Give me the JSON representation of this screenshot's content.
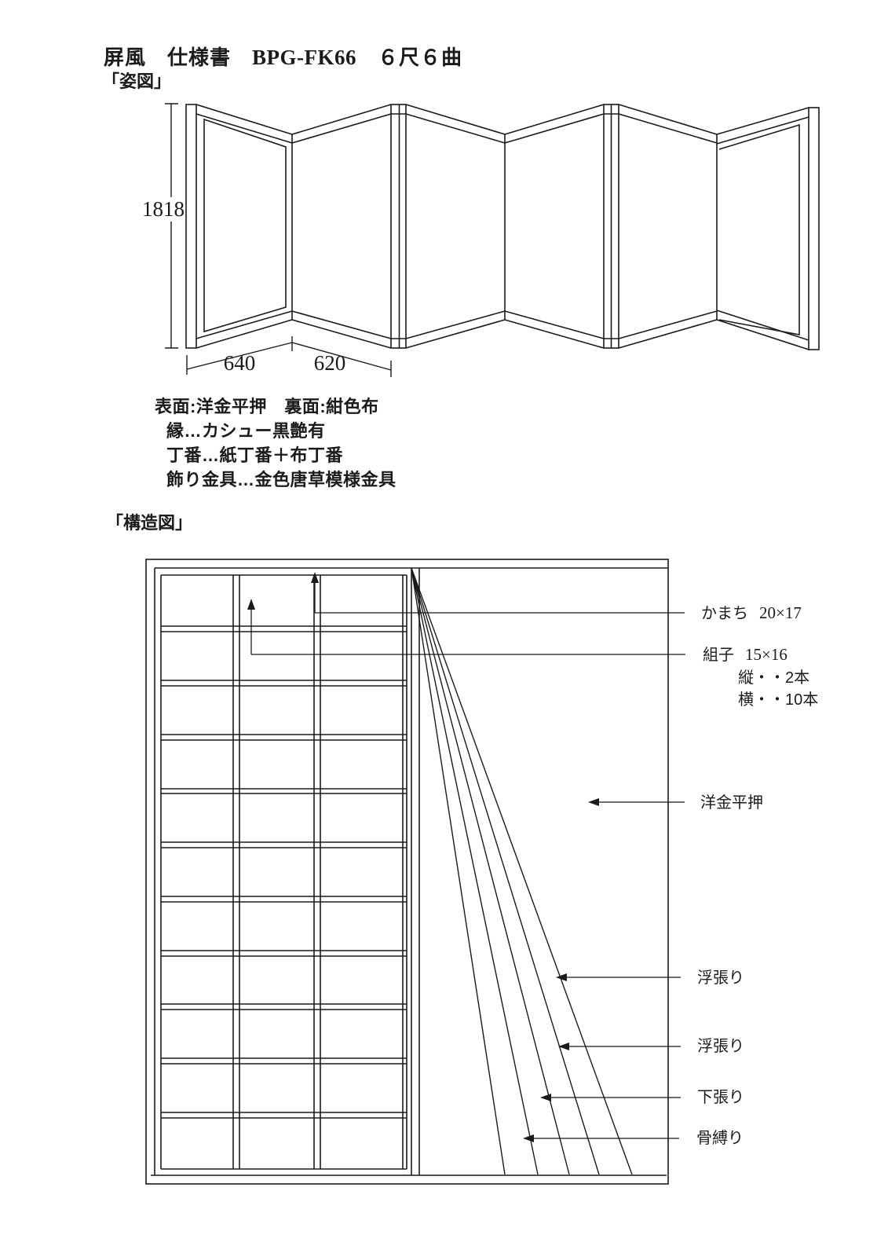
{
  "page": {
    "title": {
      "part1": "屏風　仕様書　",
      "part2": "BPG-FK66",
      "part3": "　６尺６曲"
    },
    "appearance_heading": "「姿図」",
    "structure_heading": "「構造図」"
  },
  "appearance": {
    "panel_count": 6,
    "dim_height": "1818",
    "dim_width_left": "640",
    "dim_width_right": "620"
  },
  "materials": {
    "line1": "表面:洋金平押　裏面:紺色布",
    "line2": "縁…カシュー黒艶有",
    "line3": "丁番…紙丁番＋布丁番",
    "line4": "飾り金具…金色唐草模様金具"
  },
  "structure": {
    "kamachi_label": "かまち",
    "kamachi_size": "20×17",
    "kumiko_label": "組子",
    "kumiko_size": "15×16",
    "kumiko_vertical_count": "縦・・2本",
    "kumiko_horizontal_count": "横・・10本",
    "surface_label": "洋金平押",
    "layers": [
      "浮張り",
      "浮張り",
      "下張り",
      "骨縛り"
    ]
  }
}
